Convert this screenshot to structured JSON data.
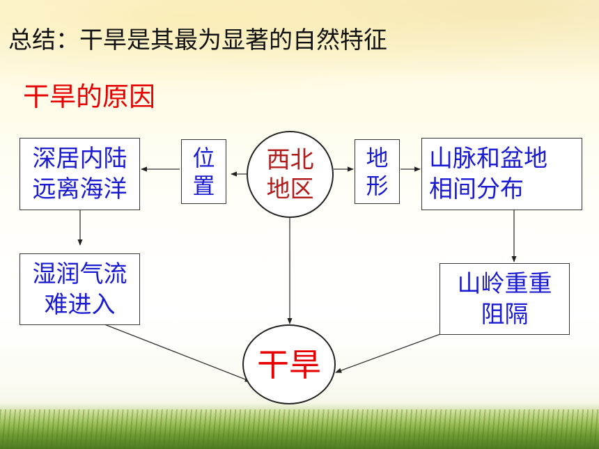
{
  "heading": "总结：干旱是其最为显著的自然特征",
  "subheading": "干旱的原因",
  "center": {
    "line1": "西北",
    "line2": "地区"
  },
  "location": {
    "line1": "位",
    "line2": "置"
  },
  "terrain": {
    "line1": "地",
    "line2": "形"
  },
  "inland": {
    "line1": "深居内陆",
    "line2": "远离海洋"
  },
  "moist_air": {
    "line1": "湿润气流",
    "line2": "难进入"
  },
  "mountains_basins": {
    "line1": "山脉和盆地",
    "line2": "相间分布"
  },
  "mountain_barrier": {
    "line1": "山岭重重",
    "line2": "阻隔"
  },
  "result": "干旱",
  "colors": {
    "heading": "#111111",
    "subheading": "#e60000",
    "box_text": "#1a1ad0",
    "center_text": "#b01c1c",
    "result_text": "#e60000"
  }
}
